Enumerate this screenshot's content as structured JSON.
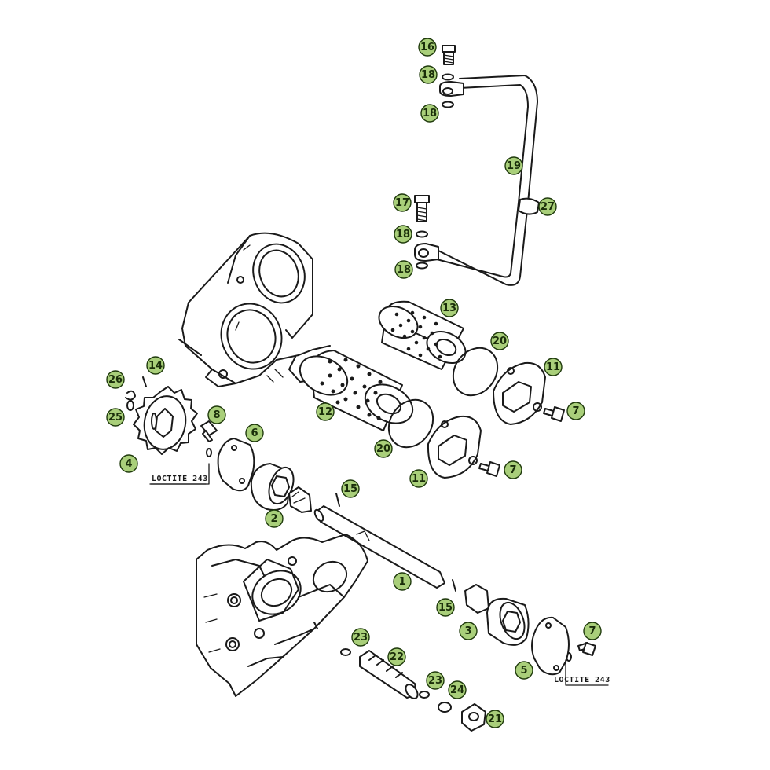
{
  "callout_color": "#a9cf7a",
  "callouts": [
    {
      "label": "16"
    },
    {
      "label": "18"
    },
    {
      "label": "18"
    },
    {
      "label": "19"
    },
    {
      "label": "27"
    },
    {
      "label": "17"
    },
    {
      "label": "18"
    },
    {
      "label": "18"
    },
    {
      "label": "13"
    },
    {
      "label": "20"
    },
    {
      "label": "11"
    },
    {
      "label": "7"
    },
    {
      "label": "14"
    },
    {
      "label": "26"
    },
    {
      "label": "25"
    },
    {
      "label": "4"
    },
    {
      "label": "8"
    },
    {
      "label": "6"
    },
    {
      "label": "12"
    },
    {
      "label": "20"
    },
    {
      "label": "11"
    },
    {
      "label": "7"
    },
    {
      "label": "15"
    },
    {
      "label": "2"
    },
    {
      "label": "1"
    },
    {
      "label": "15"
    },
    {
      "label": "3"
    },
    {
      "label": "7"
    },
    {
      "label": "5"
    },
    {
      "label": "23"
    },
    {
      "label": "22"
    },
    {
      "label": "23"
    },
    {
      "label": "24"
    },
    {
      "label": "21"
    }
  ],
  "notes": [
    {
      "text": "LOCTITE 243"
    },
    {
      "text": "LOCTITE 243"
    }
  ]
}
